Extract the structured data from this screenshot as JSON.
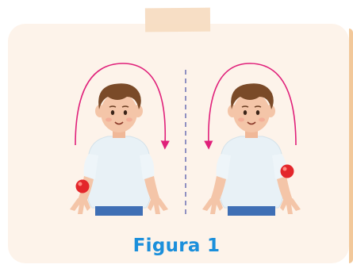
{
  "figure": {
    "caption": "Figura 1",
    "panels": [
      {
        "ball_hand": "right",
        "arc_direction": "clockwise"
      },
      {
        "ball_hand": "left",
        "arc_direction": "counterclockwise"
      }
    ]
  },
  "colors": {
    "card": "#fdf3ea",
    "caption": "#1b8fdb",
    "arc": "#e0207a",
    "divider": "#6b6fb3",
    "ball": "#e3262b",
    "shirt": "#e8f1f6",
    "skin": "#f4c5a8",
    "hair": "#7a4a28",
    "pants": "#3f6fb5"
  }
}
